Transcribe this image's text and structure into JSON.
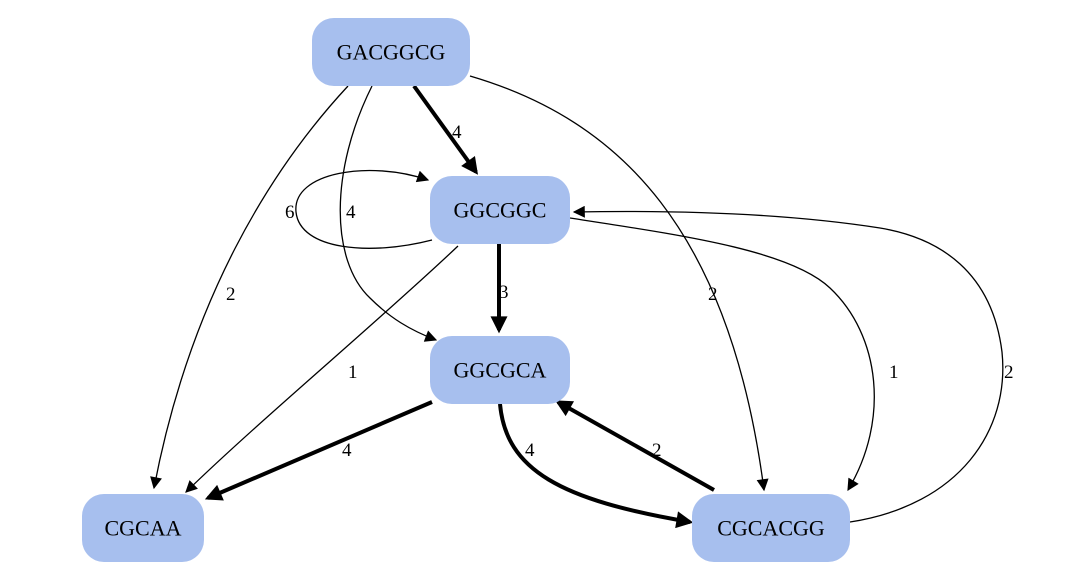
{
  "graph": {
    "node_color": "#a7bfee",
    "edge_color": "#000000",
    "nodes": [
      {
        "id": "n1",
        "label": "GACGGCG"
      },
      {
        "id": "n2",
        "label": "GGCGGC"
      },
      {
        "id": "n3",
        "label": "GGCGCA"
      },
      {
        "id": "n4",
        "label": "CGCAA"
      },
      {
        "id": "n5",
        "label": "CGCACGG"
      }
    ],
    "edges": [
      {
        "id": "e1",
        "from": "GACGGCG",
        "to": "GGCGGC",
        "label": "4"
      },
      {
        "id": "e2",
        "from": "GACGGCG",
        "to": "GGCGCA",
        "label": "4"
      },
      {
        "id": "e3",
        "from": "GACGGCG",
        "to": "CGCAA",
        "label": "2"
      },
      {
        "id": "e4",
        "from": "GACGGCG",
        "to": "CGCACGG",
        "label": "2"
      },
      {
        "id": "e5",
        "from": "GGCGGC",
        "to": "GGCGGC",
        "label": "6"
      },
      {
        "id": "e6",
        "from": "GGCGGC",
        "to": "GGCGCA",
        "label": "3"
      },
      {
        "id": "e7",
        "from": "GGCGGC",
        "to": "CGCAA",
        "label": "1"
      },
      {
        "id": "e8",
        "from": "GGCGGC",
        "to": "CGCACGG",
        "label": "1"
      },
      {
        "id": "e9",
        "from": "CGCACGG",
        "to": "GGCGGC",
        "label": "2"
      },
      {
        "id": "e10",
        "from": "GGCGCA",
        "to": "CGCAA",
        "label": "4"
      },
      {
        "id": "e11",
        "from": "GGCGCA",
        "to": "CGCACGG",
        "label": "4"
      },
      {
        "id": "e12",
        "from": "CGCACGG",
        "to": "GGCGCA",
        "label": "2"
      }
    ]
  }
}
